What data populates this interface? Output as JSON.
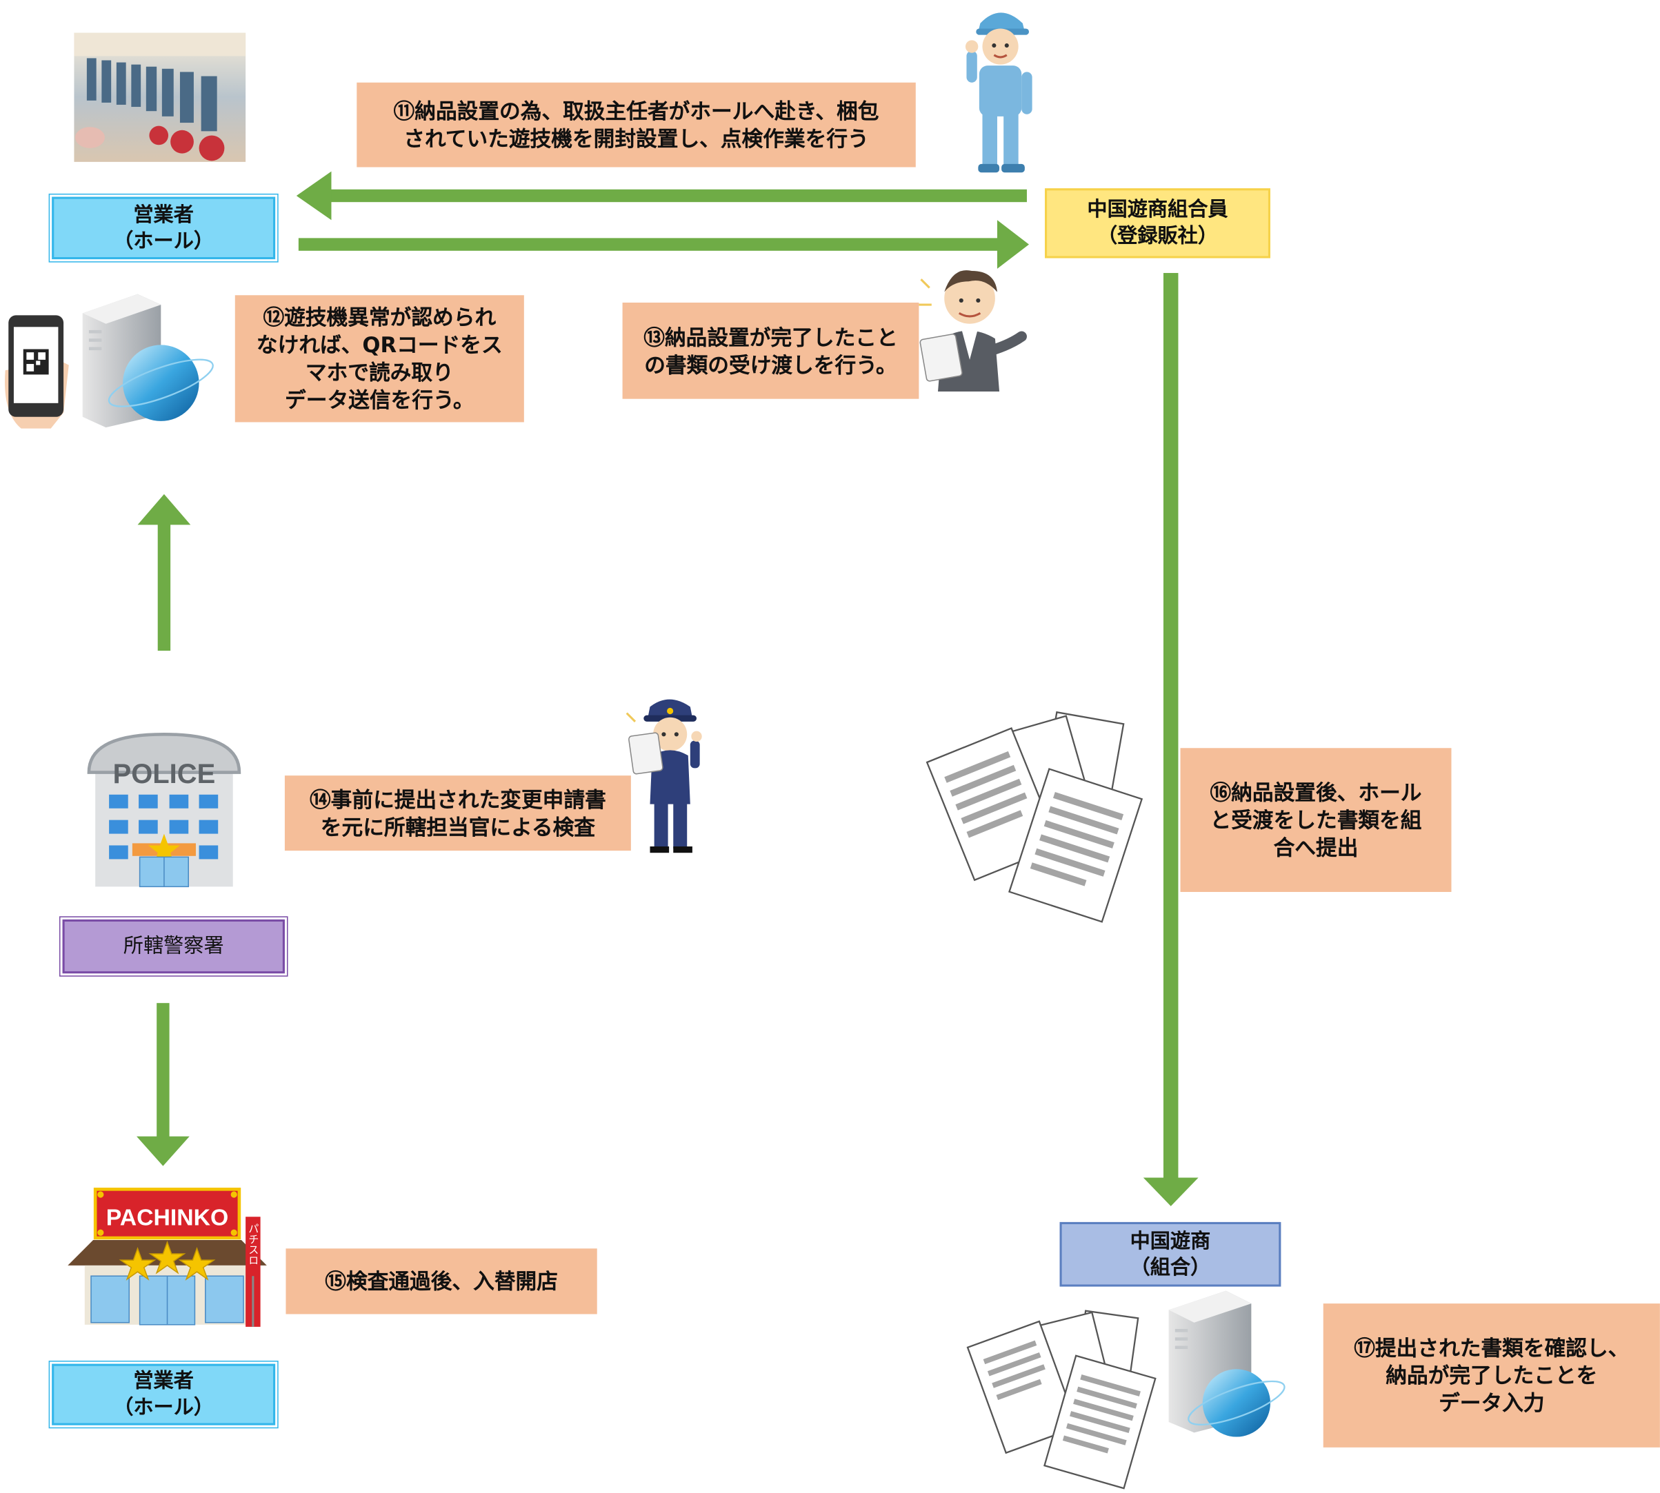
{
  "entities": {
    "hall_top": "営業者\n（ホール）",
    "dealer": "中国遊商組合員\n（登録販社）",
    "police": "所轄警察署",
    "hall_bottom": "営業者\n（ホール）",
    "union": "中国遊商\n（組合）"
  },
  "steps": {
    "s11": "⑪納品設置の為、取扱主任者がホールへ赴き、梱包\nされていた遊技機を開封設置し、点検作業を行う",
    "s12": "⑫遊技機異常が認められ\nなければ、QRコードをス\nマホで読み取り\nデータ送信を行う。",
    "s13": "⑬納品設置が完了したこと\nの書類の受け渡しを行う。",
    "s14": "⑭事前に提出された変更申請書\nを元に所轄担当官による検査",
    "s15": "⑮検査通過後、入替開店",
    "s16": "⑯納品設置後、ホール\nと受渡をした書類を組\n合へ提出",
    "s17": "⑰提出された書類を確認し、\n納品が完了したことを\nデータ入力"
  },
  "illustrations": {
    "police_sign": "POLICE",
    "pachinko_sign": "PACHINKO",
    "pachislo_sign": "パチスロ"
  },
  "colors": {
    "arrow": "#6fac46",
    "note_bg": "#f5be99",
    "hall_bg": "#80d8f8",
    "dealer_bg": "#ffe680",
    "union_bg": "#a9bde4",
    "police_bg": "#b49ad4"
  }
}
